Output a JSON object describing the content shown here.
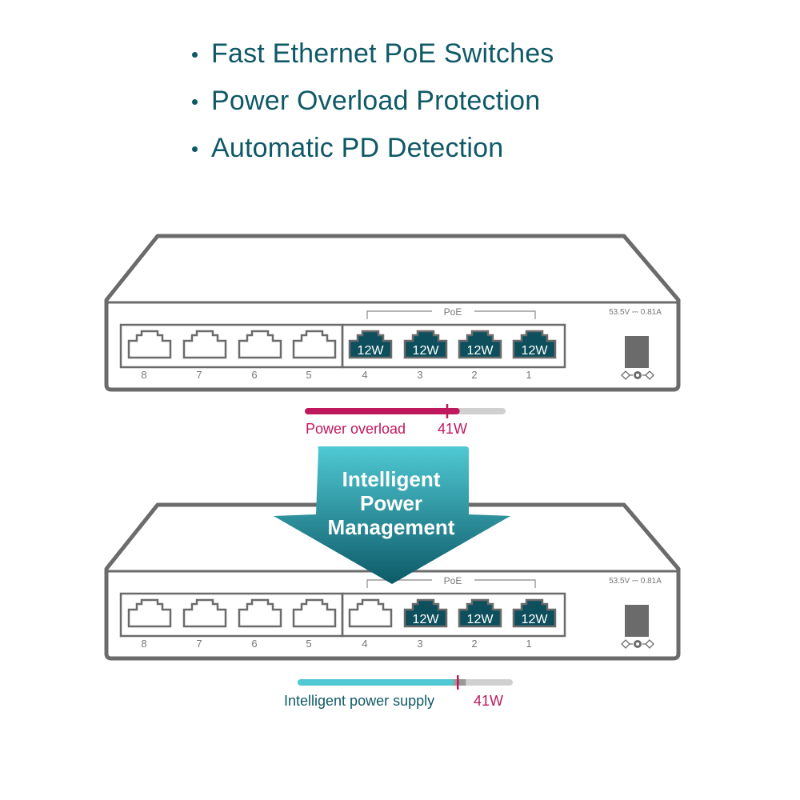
{
  "features": [
    "Fast Ethernet PoE Switches",
    "Power Overload Protection",
    "Automatic PD Detection"
  ],
  "switch_top": {
    "poe_label": "PoE",
    "power_rating": "53.5V ⎓ 0.81A",
    "power_rating_text": "53.5V",
    "power_rating_current": "0.81A",
    "dc_polarity_icon": "dc-polarity-icon",
    "ports": [
      {
        "number": "8",
        "poe": false,
        "label": ""
      },
      {
        "number": "7",
        "poe": false,
        "label": ""
      },
      {
        "number": "6",
        "poe": false,
        "label": ""
      },
      {
        "number": "5",
        "poe": false,
        "label": ""
      },
      {
        "number": "4",
        "poe": true,
        "label": "12W"
      },
      {
        "number": "3",
        "poe": true,
        "label": "12W"
      },
      {
        "number": "2",
        "poe": true,
        "label": "12W"
      },
      {
        "number": "1",
        "poe": true,
        "label": "12W"
      }
    ],
    "bar": {
      "label": "Power overload",
      "limit": "41W",
      "usage_fraction": 0.764,
      "limit_fraction": 0.716,
      "color": "#c0185c"
    }
  },
  "arrow": {
    "lines": [
      "Intelligent",
      "Power",
      "Management"
    ],
    "color_top": "#4fc9d3",
    "color_bottom": "#0d5a68"
  },
  "switch_bottom": {
    "poe_label": "PoE",
    "power_rating_text": "53.5V",
    "power_rating_current": "0.81A",
    "ports": [
      {
        "number": "8",
        "poe": false,
        "label": ""
      },
      {
        "number": "7",
        "poe": false,
        "label": ""
      },
      {
        "number": "6",
        "poe": false,
        "label": ""
      },
      {
        "number": "5",
        "poe": false,
        "label": ""
      },
      {
        "number": "4",
        "poe": false,
        "label": ""
      },
      {
        "number": "3",
        "poe": true,
        "label": "12W"
      },
      {
        "number": "2",
        "poe": true,
        "label": "12W"
      },
      {
        "number": "1",
        "poe": true,
        "label": "12W"
      }
    ],
    "bar": {
      "label": "Intelligent power supply",
      "limit": "41W",
      "usage_fraction": 0.716,
      "limit_fraction": 0.752,
      "color": "#4fc9d3"
    }
  },
  "colors": {
    "teal_text": "#0f5966",
    "magenta": "#c0185c",
    "cyan": "#4fc9d3",
    "port_fill": "#0d4f5c",
    "outline_gray": "#6b6b6b",
    "bar_track": "#d0d0d0"
  }
}
